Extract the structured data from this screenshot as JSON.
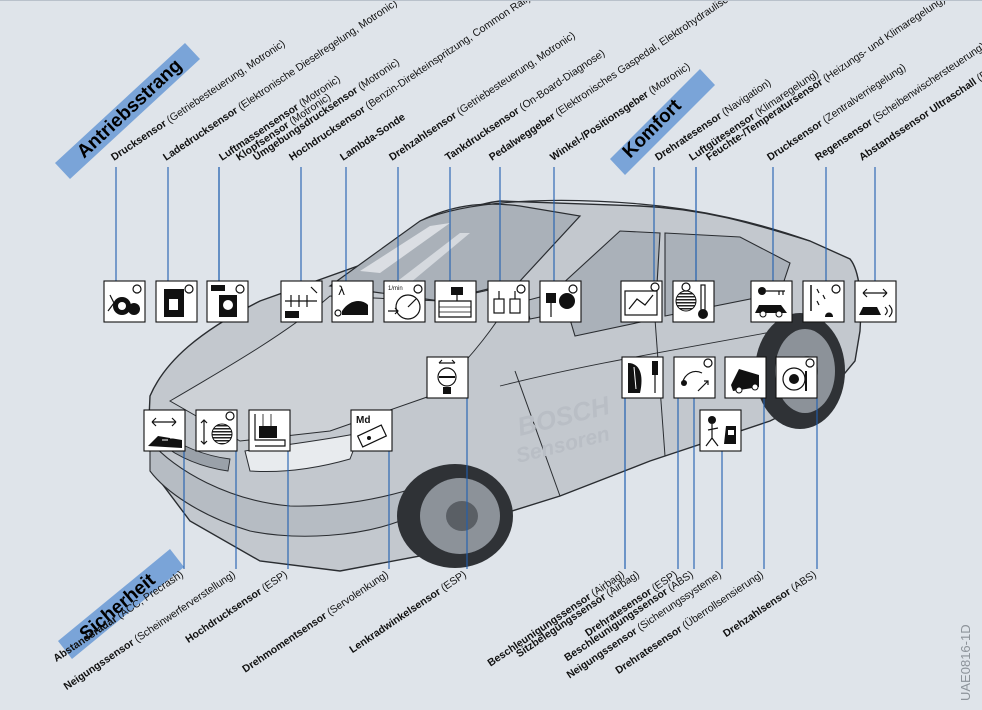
{
  "categories": {
    "drivetrain": "Antriebsstrang",
    "comfort": "Komfort",
    "safety": "Sicherheit"
  },
  "brand": {
    "line1": "BOSCH",
    "line2": "Sensoren"
  },
  "figure_code": "UAE0816-1D",
  "colors": {
    "banner": "#7aa4d8",
    "leader": "#1f5fb0",
    "background": "#dfe4ea",
    "car": "#c3c8ce"
  },
  "sensors_top": [
    {
      "name": "Drucksensor",
      "desc": "(Getriebesteuerung, Motronic)",
      "icon": "gear-pressure-icon"
    },
    {
      "name": "Ladedrucksensor",
      "desc": "(Elektronische Dieselregelung, Motronic)",
      "icon": "engine-pressure-icon"
    },
    {
      "name": "Luftmassensensor",
      "desc": "(Motronic)",
      "icon": "air-mass-icon"
    },
    {
      "name": "Klopfsensor",
      "desc": "(Motronic)",
      "icon": "knock-icon"
    },
    {
      "name": "Umgebungsdrucksensor",
      "desc": "(Motronic)",
      "icon": "ambient-pressure-icon"
    },
    {
      "name": "Hochdrucksensor",
      "desc": "(Benzin-Direkteinspritzung, Common Rail)",
      "icon": "fuel-rail-icon"
    },
    {
      "name": "Lambda-Sonde",
      "desc": "",
      "icon": "lambda-probe-icon"
    },
    {
      "name": "Drehzahlsensor",
      "desc": "(Getriebesteuerung, Motronic)",
      "icon": "rpm-gauge-icon",
      "unit": "1/min"
    },
    {
      "name": "Tankdrucksensor",
      "desc": "(On-Board-Diagnose)",
      "icon": "tank-pressure-icon"
    },
    {
      "name": "Pedalweggeber",
      "desc": "(Elektronisches Gaspedal, Elektrohydraulische Bremse)",
      "icon": "pedal-icon"
    },
    {
      "name": "Winkel-/Positionsgeber",
      "desc": "(Motronic)",
      "icon": "throttle-icon"
    },
    {
      "name": "Drehratesensor",
      "desc": "(Navigation)",
      "icon": "navigation-icon"
    },
    {
      "name": "Luftgütesensor",
      "desc": "(Klimaregelung)",
      "icon": "air-quality-icon"
    },
    {
      "name": "Feuchte-/Temperatursensor",
      "desc": "(Heizungs- und Klimaregelung)",
      "icon": "thermometer-icon"
    },
    {
      "name": "Drucksensor",
      "desc": "(Zentralverriegelung)",
      "icon": "key-icon"
    },
    {
      "name": "Regensensor",
      "desc": "(Scheibenwischersteuerung)",
      "icon": "rain-icon"
    },
    {
      "name": "Abstandssensor Ultraschall",
      "desc": "(Rückraumüberwachung)",
      "icon": "ultrasonic-icon"
    }
  ],
  "sensors_bottom": [
    {
      "name": "Abstandsradar",
      "desc": "(ACC, Precrash)",
      "icon": "radar-icon"
    },
    {
      "name": "Neigungssensor",
      "desc": "(Scheinwerferverstellung)",
      "icon": "headlight-icon"
    },
    {
      "name": "Hochdrucksensor",
      "desc": "(ESP)",
      "icon": "brake-pressure-icon"
    },
    {
      "name": "Drehmomentsensor",
      "desc": "(Servolenkung)",
      "icon": "torque-icon",
      "unit": "Md"
    },
    {
      "name": "Lenkradwinkelsensor",
      "desc": "(ESP)",
      "icon": "steering-angle-icon"
    },
    {
      "name": "Beschleunigungssensor",
      "desc": "(Airbag)",
      "icon": "airbag-accel-icon"
    },
    {
      "name": "Sitzbelegungssensor",
      "desc": "(Airbag)",
      "icon": "seat-icon"
    },
    {
      "name": "Drehratesensor",
      "desc": "(ESP)",
      "icon": "yaw-rate-icon"
    },
    {
      "name": "Beschleunigungssensor",
      "desc": "(ABS)",
      "icon": "abs-accel-icon"
    },
    {
      "name": "Neigungssensor",
      "desc": "(Sicherungssysteme)",
      "icon": "theft-icon"
    },
    {
      "name": "Drehratesensor",
      "desc": "(Überrollsensierung)",
      "icon": "rollover-icon"
    },
    {
      "name": "Drehzahlsensor",
      "desc": "(ABS)",
      "icon": "wheel-speed-icon"
    }
  ]
}
